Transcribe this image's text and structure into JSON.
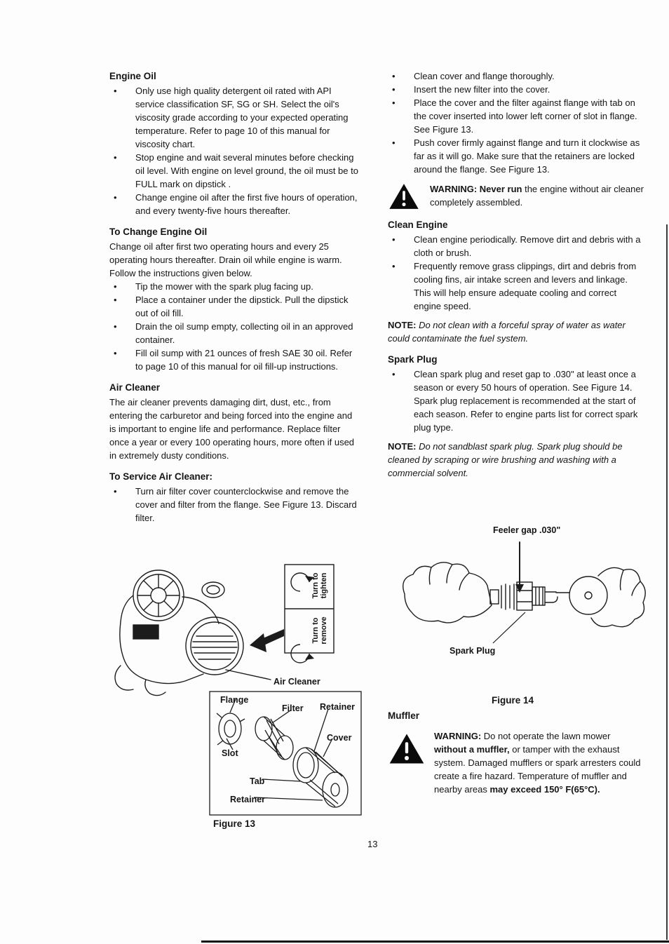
{
  "page_number": "13",
  "left": {
    "engine_oil_heading": "Engine Oil",
    "engine_oil_bullets": [
      "Only use high quality detergent oil rated with API service classification SF, SG or SH. Select the oil's viscosity grade according to your expected operating temperature. Refer to page 10 of this manual for viscosity chart.",
      "Stop engine and wait several minutes before checking oil level. With engine on level ground, the oil must be to FULL mark on dipstick .",
      "Change engine oil after the first five hours of operation, and every twenty-five hours thereafter."
    ],
    "change_oil_heading": "To Change Engine Oil",
    "change_oil_intro": "Change oil after first two operating hours and every 25 operating hours thereafter. Drain oil while engine is warm. Follow the instructions given below.",
    "change_oil_bullets": [
      "Tip the mower with the spark plug facing up.",
      "Place a container under the dipstick. Pull the dipstick out of oil fill.",
      "Drain the oil sump empty, collecting oil in an approved container.",
      "Fill oil sump with 21 ounces of fresh SAE 30 oil. Refer to page 10 of this manual for oil fill-up instructions."
    ],
    "air_cleaner_heading": "Air Cleaner",
    "air_cleaner_body": "The air cleaner prevents damaging dirt, dust, etc., from entering the carburetor and being forced into the engine and is important to engine life and performance. Replace filter once a year or every 100 operating hours, more often if used in extremely dusty conditions.",
    "service_heading": "To Service Air Cleaner:",
    "service_bullets": [
      "Turn air filter cover counterclockwise and remove the cover and filter from the flange. See Figure 13. Discard filter."
    ]
  },
  "figure13": {
    "turn_tighten": "Turn to tighten",
    "turn_remove": "Turn to remove",
    "air_cleaner_label": "Air Cleaner",
    "flange": "Flange",
    "filter": "Filter",
    "retainer_top": "Retainer",
    "cover": "Cover",
    "slot": "Slot",
    "tab": "Tab",
    "retainer_bottom": "Retainer",
    "caption": "Figure 13"
  },
  "right": {
    "filter_bullets": [
      "Clean cover and flange thoroughly.",
      "Insert the new filter into the cover.",
      "Place the cover and the filter against flange with tab on the cover inserted into lower left corner of slot in flange. See Figure 13.",
      "Push cover firmly against flange and turn it clockwise as far as it will go. Make sure that the retainers are locked around the flange. See Figure 13."
    ],
    "warning_air_bold": "WARNING: Never run",
    "warning_air_rest": " the engine without air cleaner completely assembled.",
    "clean_engine_heading": "Clean Engine",
    "clean_engine_bullets": [
      "Clean engine periodically. Remove dirt and debris with a cloth or brush.",
      "Frequently remove grass clippings, dirt and debris from cooling fins, air intake screen and levers and linkage. This will help ensure adequate cooling and correct engine speed."
    ],
    "note1_bold": "NOTE:",
    "note1_italic": " Do not clean with a forceful spray of water as water could contaminate the fuel system.",
    "spark_plug_heading": "Spark Plug",
    "spark_plug_bullets": [
      "Clean spark plug and reset gap to .030\" at least once a season or every 50 hours of operation. See Figure 14. Spark plug replacement is recommended at the start of each season. Refer to engine parts list for correct spark plug type."
    ],
    "note2_bold": "NOTE:",
    "note2_italic": " Do not sandblast spark plug. Spark plug should be cleaned by scraping or wire brushing and washing with a commercial solvent.",
    "muffler_heading": "Muffler",
    "muffler_seg1": "WARNING:",
    "muffler_seg2": " Do not operate the lawn mower ",
    "muffler_seg3": "without a muffler,",
    "muffler_seg4": " or tamper with the exhaust system. Damaged mufflers or spark arresters could create a fire hazard. Temperature of muffler and nearby areas ",
    "muffler_seg5": "may exceed 150° F(65°C)."
  },
  "figure14": {
    "feeler_gap": "Feeler gap .030\"",
    "spark_plug_label": "Spark Plug",
    "caption": "Figure 14"
  }
}
